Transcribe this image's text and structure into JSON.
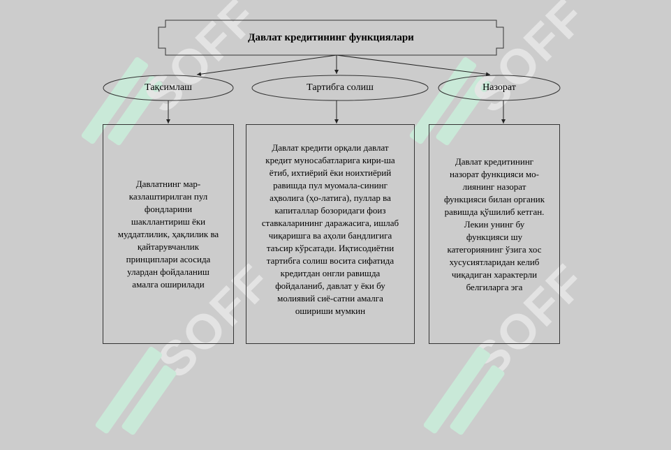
{
  "diagram": {
    "title": "Давлат кредитининг функциялари",
    "branches": [
      {
        "label": "Тақсимлаш",
        "text": "Давлатнинг мар-\nказлаштирилган пул\nфондларини\nшакллантириш ёки\nмуддатлилик, ҳақлилик ва\nқайтарувчанлик\nпринциплари асосида\nулардан фойдаланиш\nамалга оширилади"
      },
      {
        "label": "Тартибга солиш",
        "text": "Давлат кредити орқали давлат\nкредит муносабатларига кири-ша\nётиб,  ихтиёрий ёки ноихтиёрий\nравишда пул муомала-сининг\nаҳволига (ҳо-латига), пуллар ва\nкапиталлар бозоридаги фоиз\nставкаларининг даражасига, ишлаб\nчиқаришга ва аҳоли бандлигига\nтаъсир кўрсатади. Иқтисодиётни\nтартибга солиш восита сифатида\nкредитдан онгли равишда\nфойдаланиб, давлат у ёки бу\nмолиявий сиё-сатни амалга\nошириши мумкин"
      },
      {
        "label": "Назорат",
        "text": "Давлат кредитининг\nназорат функцияси мо-\nлиянинг назорат\nфункцияси билан органик\nравишда қўшилиб кетган.\nЛекин унинг бу\nфункцияси шу\nкатегориянинг ўзига хос\nхусусиятларидан келиб\nчиқадиган характерли\nбелгиларга эга"
      }
    ]
  },
  "watermark": {
    "text": "SOFF",
    "color": "#c9e9d8"
  }
}
